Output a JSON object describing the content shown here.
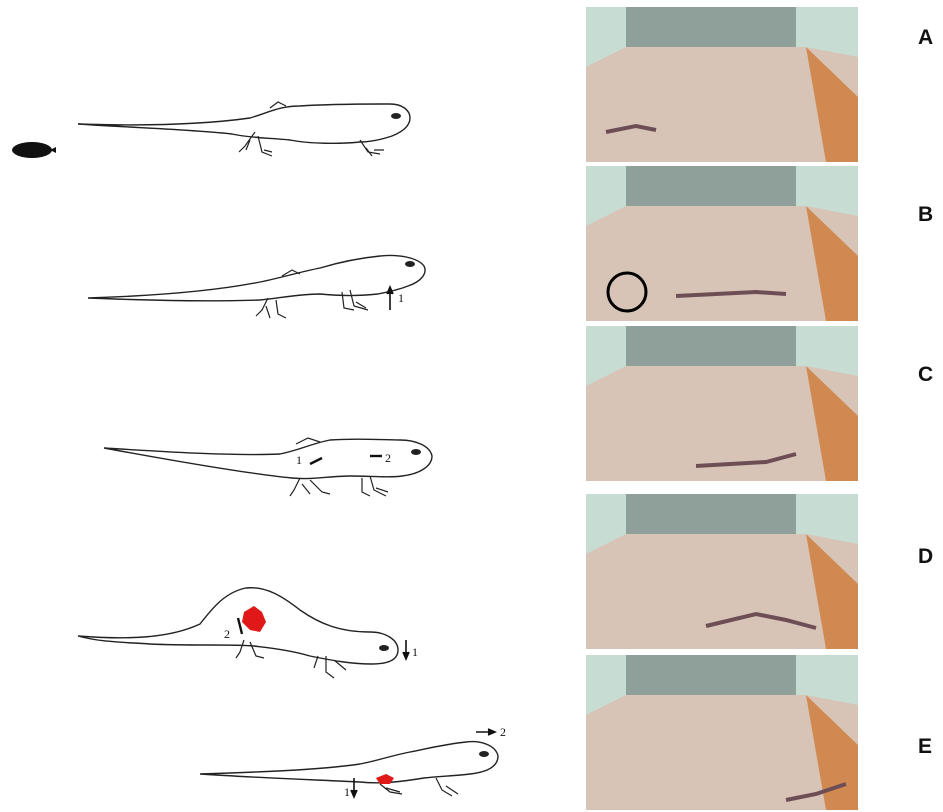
{
  "panels": [
    {
      "letter": "A",
      "numbers": []
    },
    {
      "letter": "B",
      "numbers": [
        "1"
      ]
    },
    {
      "letter": "C",
      "numbers": [
        "1",
        "2"
      ]
    },
    {
      "letter": "D",
      "numbers": [
        "2",
        "1"
      ]
    },
    {
      "letter": "E",
      "numbers": [
        "2",
        "1"
      ]
    }
  ],
  "colors": {
    "outline": "#222222",
    "highlight": "#e01818",
    "sand": "#d8c7ba",
    "glass": "#bfe0d4",
    "substrate_edge": "#c96a2a"
  }
}
